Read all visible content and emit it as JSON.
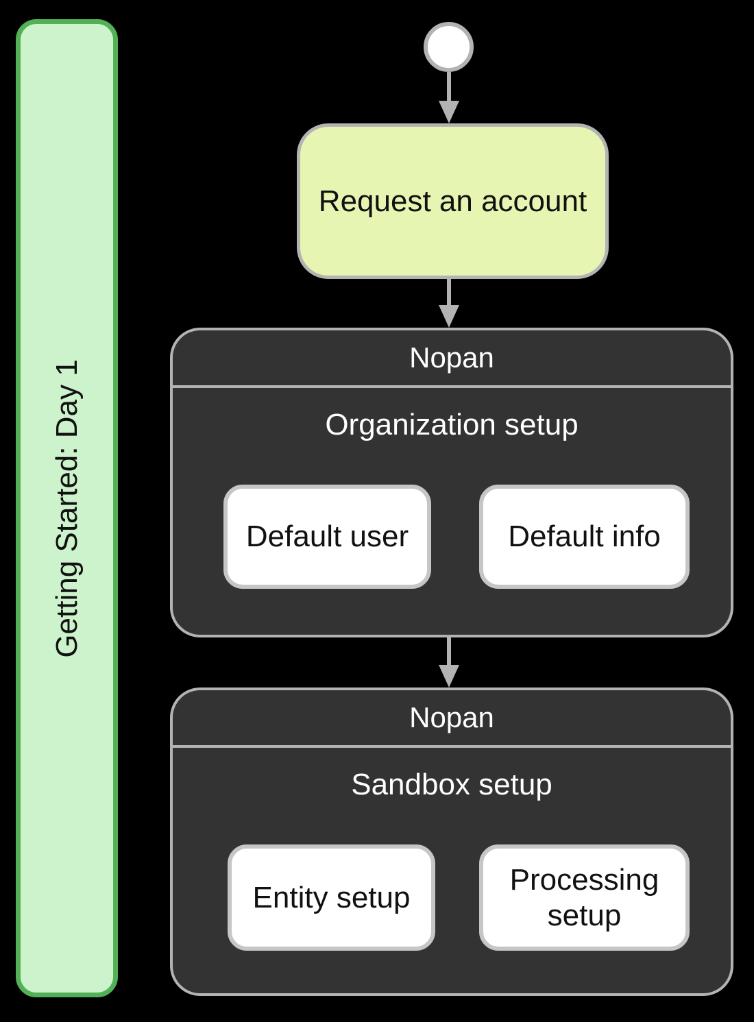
{
  "diagram": {
    "background_color": "#000000",
    "connector_color": "#B3B3B3",
    "sidebar": {
      "label": "Getting Started: Day 1",
      "fill": "#CCF3CB",
      "border_color": "#52B156",
      "text_color": "#111111"
    },
    "start_node": {
      "shape": "initial-state-circle",
      "fill": "#FFFFFF",
      "border_color": "#B3B3B3"
    },
    "request_node": {
      "label": "Request an account",
      "fill": "#E6F5B1",
      "border_color": "#B3B3B3",
      "text_color": "#111111"
    },
    "containers": [
      {
        "title": "Nopan",
        "subtitle": "Organization setup",
        "fill": "#333333",
        "border_color": "#B3B3B3",
        "text_color": "#FFFFFF",
        "children": [
          {
            "label": "Default user",
            "fill": "#FFFFFF",
            "border_color": "#C6C6C6",
            "text_color": "#111111"
          },
          {
            "label": "Default info",
            "fill": "#FFFFFF",
            "border_color": "#C6C6C6",
            "text_color": "#111111"
          }
        ]
      },
      {
        "title": "Nopan",
        "subtitle": "Sandbox setup",
        "fill": "#333333",
        "border_color": "#B3B3B3",
        "text_color": "#FFFFFF",
        "children": [
          {
            "label": "Entity setup",
            "fill": "#FFFFFF",
            "border_color": "#C6C6C6",
            "text_color": "#111111"
          },
          {
            "label": "Processing setup",
            "fill": "#FFFFFF",
            "border_color": "#C6C6C6",
            "text_color": "#111111"
          }
        ]
      }
    ]
  }
}
